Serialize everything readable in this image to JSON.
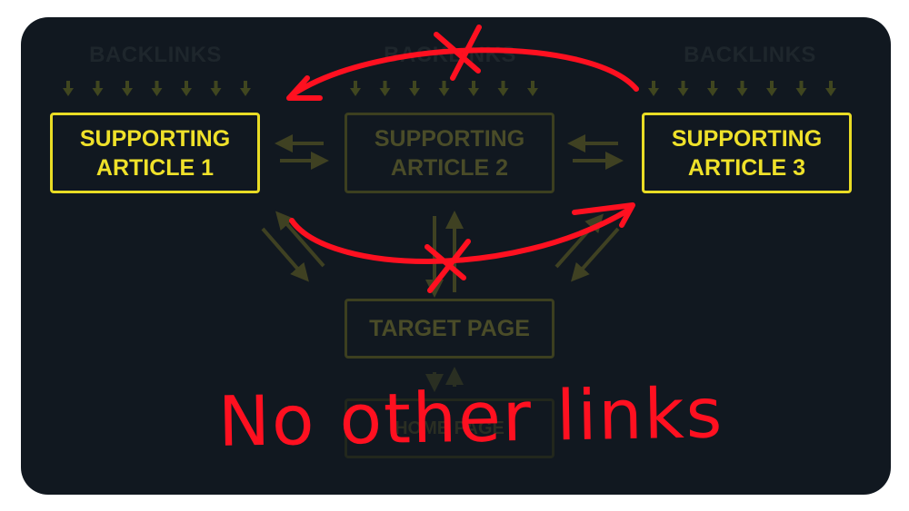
{
  "diagram": {
    "backlinks_labels": [
      "BACKLINKS",
      "BACKLINKS",
      "BACKLINKS"
    ],
    "nodes": {
      "supporting_1": {
        "line1": "SUPPORTING",
        "line2": "ARTICLE 1",
        "state": "highlighted"
      },
      "supporting_2": {
        "line1": "SUPPORTING",
        "line2": "ARTICLE 2",
        "state": "dimmed"
      },
      "supporting_3": {
        "line1": "SUPPORTING",
        "line2": "ARTICLE 3",
        "state": "highlighted"
      },
      "target": {
        "label": "TARGET PAGE",
        "state": "dimmed"
      },
      "home": {
        "label": "HOME PAGE",
        "state": "faded"
      }
    },
    "annotation": "No other links"
  },
  "colors": {
    "background": "#111820",
    "highlight": "#efe12a",
    "dim": "#4a4c28",
    "annotation": "#ff1020"
  }
}
